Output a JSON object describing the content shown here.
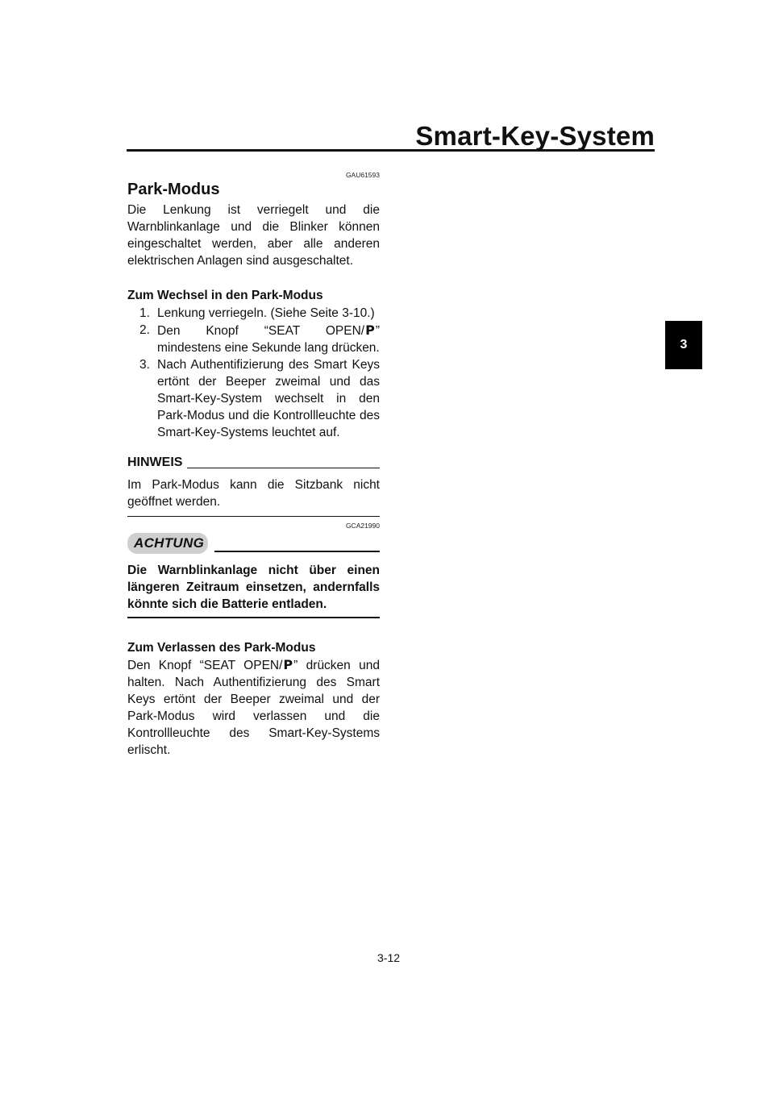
{
  "header": {
    "title": "Smart-Key-System"
  },
  "chapter_tab": "3",
  "section": {
    "code": "GAU61593",
    "heading": "Park-Modus",
    "intro": "Die Lenkung ist verriegelt und die Warnblinkanlage und die Blinker können eingeschaltet werden, aber alle anderen elektrischen Anlagen sind ausgeschaltet."
  },
  "enter": {
    "heading": "Zum Wechsel in den Park-Modus",
    "steps": [
      {
        "num": "1.",
        "text": "Lenkung verriegeln. (Siehe Seite 3-10.)"
      },
      {
        "num": "2.",
        "text_a": "Den Knopf “SEAT OPEN/",
        "text_b": "” mindestens eine Sekunde lang drücken."
      },
      {
        "num": "3.",
        "text": "Nach Authentifizierung des Smart Keys ertönt der Beeper zweimal und das Smart-Key-System wechselt in den Park-Modus und die Kontrollleuchte des Smart-Key-Systems leuchtet auf."
      }
    ]
  },
  "note": {
    "label": "HINWEIS",
    "text": "Im Park-Modus kann die Sitzbank nicht geöffnet werden."
  },
  "caution": {
    "code": "GCA21990",
    "label": "ACHTUNG",
    "text": "Die Warnblinkanlage nicht über einen längeren Zeitraum einsetzen, andernfalls könnte sich die Batterie entladen."
  },
  "exit": {
    "heading": "Zum Verlassen des Park-Modus",
    "text_a": "Den Knopf “SEAT OPEN/",
    "text_b": "” drücken und halten. Nach Authentifizierung des Smart Keys ertönt der Beeper zweimal und der Park-Modus wird verlassen und die Kontrollleuchte des Smart-Key-Systems erlischt."
  },
  "park_icon": "p-park-icon",
  "park_icon_glyph": "P",
  "page_number": "3-12"
}
